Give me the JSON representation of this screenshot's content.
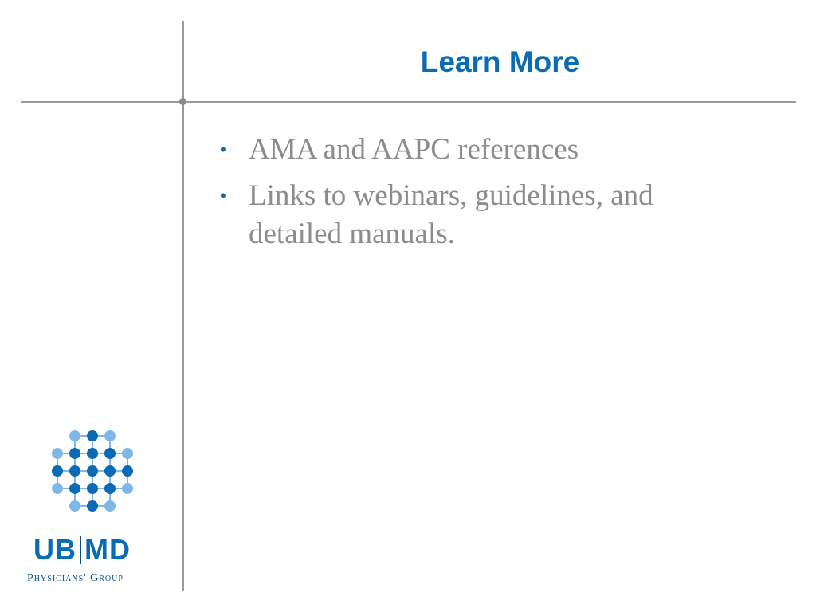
{
  "slide": {
    "title": "Learn More",
    "bullets": [
      {
        "text": "AMA and AAPC references"
      },
      {
        "text": "Links to webinars, guidelines, and detailed manuals."
      }
    ],
    "bullet_glyph": "•"
  },
  "logo": {
    "part1": "UB",
    "part2": "MD",
    "tagline": "Physicians' Group",
    "colors": {
      "dark_blue": "#0a6bb5",
      "light_blue": "#7fb8e6",
      "navy": "#0a4f85"
    }
  },
  "colors": {
    "title": "#0a6bb5",
    "body_text": "#8c8c8c",
    "rules": "#9a9a9a"
  }
}
